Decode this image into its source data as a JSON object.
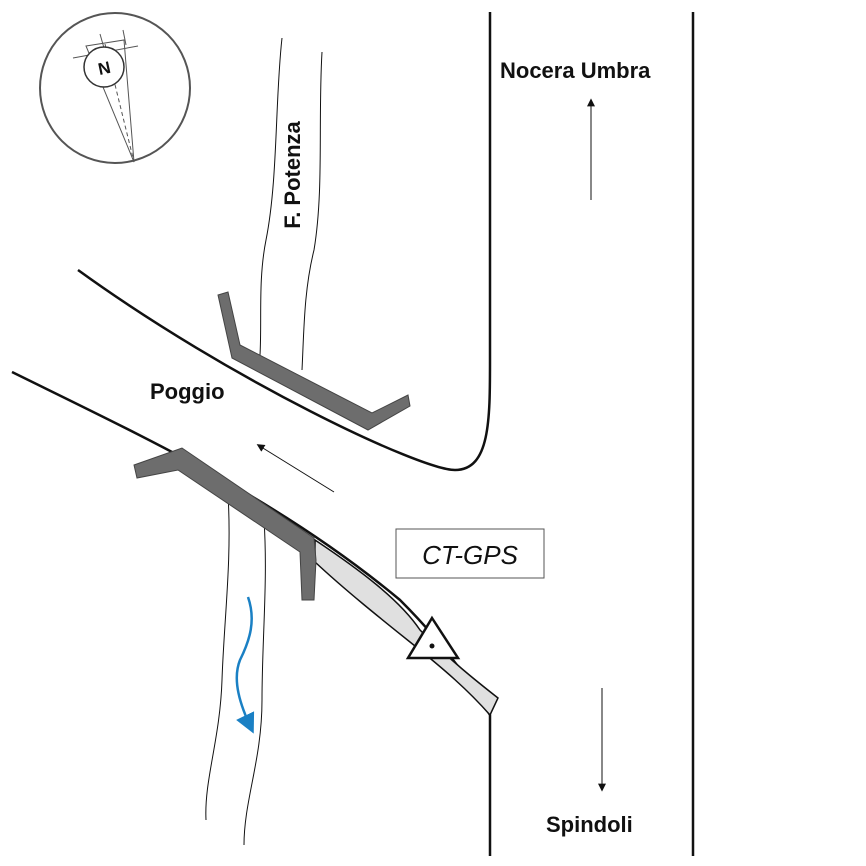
{
  "map": {
    "labels": {
      "compass": "N",
      "river": "F. Potenza",
      "town_north": "Nocera Umbra",
      "town_south": "Spindoli",
      "village": "Poggio",
      "station": "CT-GPS"
    },
    "icons": [
      "compass-icon",
      "station-triangle-icon",
      "river-flow-arrow-icon",
      "direction-arrow-icon"
    ],
    "colors": {
      "line": "#111111",
      "bridge": "#6d6d6d",
      "ramp": "#e0e0e0",
      "flow_arrow": "#1a80c4",
      "compass_circle": "#555555"
    }
  }
}
